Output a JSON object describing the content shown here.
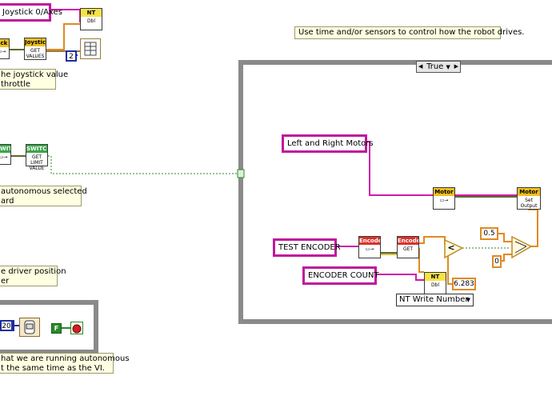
{
  "diagram": {
    "strings": {
      "joystick_axes": "Joystick 0/Axes",
      "left_right_motors": "Left and Right Motors",
      "test_encoder": "TEST ENCODER",
      "encoder_count": "ENCODER COUNT"
    },
    "comments": {
      "drive_hint": "Use time and/or sensors to control how the robot drives.",
      "joystick_line1": "he joystick value",
      "joystick_line2": "throttle",
      "autonomous_line1": "autonomous selected",
      "autonomous_line2": "ard",
      "driver_line1": "e driver position",
      "driver_line2": "er",
      "running_line1": "hat we are running autonomous",
      "running_line2": "t the same time as the VI."
    },
    "case_selector": {
      "value": "True",
      "arrow_left": "◀",
      "arrow_right": "▶",
      "dropdown": "▼"
    },
    "vis": {
      "nt_dbl": {
        "header": "NT",
        "body": "Dbl"
      },
      "joystick_left_header": "tick",
      "joystick_get": {
        "header": "Joystick",
        "body": "GET\nVALUES"
      },
      "switch_left_header": "SWITCH",
      "switch_get": {
        "header": "SWITCH",
        "body": "GET\nLIMIT\nVALUE"
      },
      "motor_ref": {
        "header": "Motor"
      },
      "motor_set": {
        "header": "Motor",
        "body": "Set\nOutput"
      },
      "encoder_ref": {
        "header": "Encoder"
      },
      "encoder_get": {
        "header": "Encoder",
        "body": "GET"
      },
      "nt_write": {
        "header": "NT",
        "body": "Dbl"
      }
    },
    "constants": {
      "index_two": "2",
      "wait_ms": "20",
      "comparison_value": "6.283",
      "speed_value": "0.5",
      "zero_value": "0",
      "false_label": "F"
    },
    "ring": {
      "value": "NT Write Number",
      "dropdown": "▼"
    },
    "operators": {
      "less_than": "<"
    },
    "wire_colors": {
      "string_wire": "#d11aa8",
      "double_wire": "#e08a20",
      "cluster_wire": "#9c7a3c",
      "bool_wire": "#2a8a2a",
      "refnum_wire": "#5a6a2a",
      "int_wire": "#1b2fa0"
    }
  }
}
